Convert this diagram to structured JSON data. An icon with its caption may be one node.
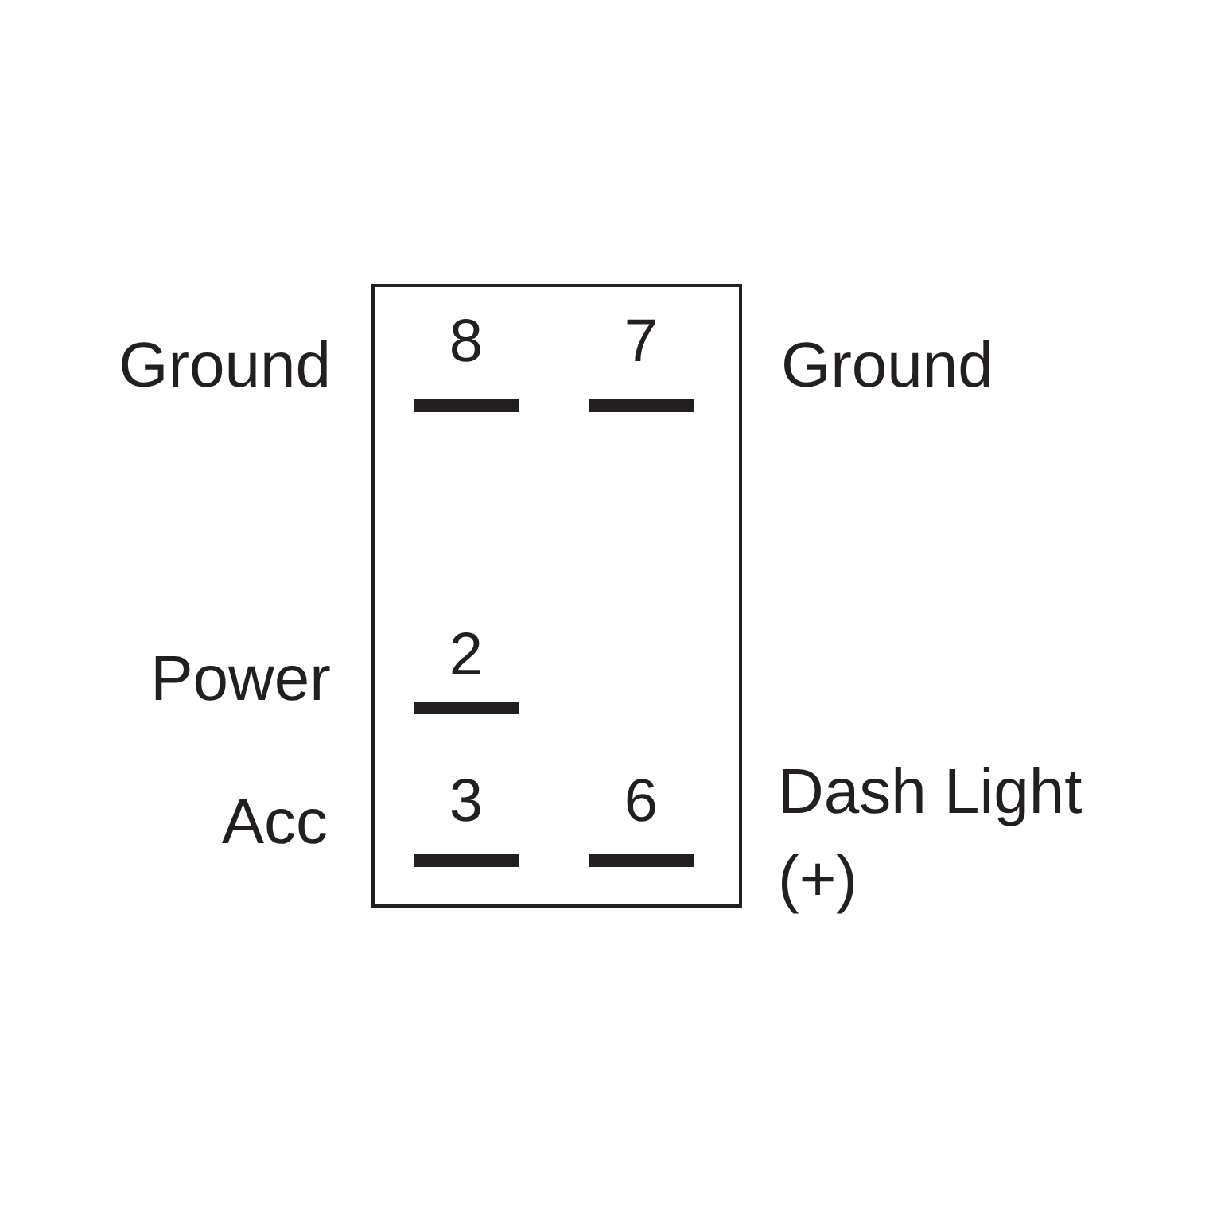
{
  "diagram": {
    "labels": [
      "Ground",
      "8",
      "7",
      "Ground",
      "Power",
      "2",
      "Acc",
      "3",
      "6",
      "Dash Light (+)"
    ]
  }
}
